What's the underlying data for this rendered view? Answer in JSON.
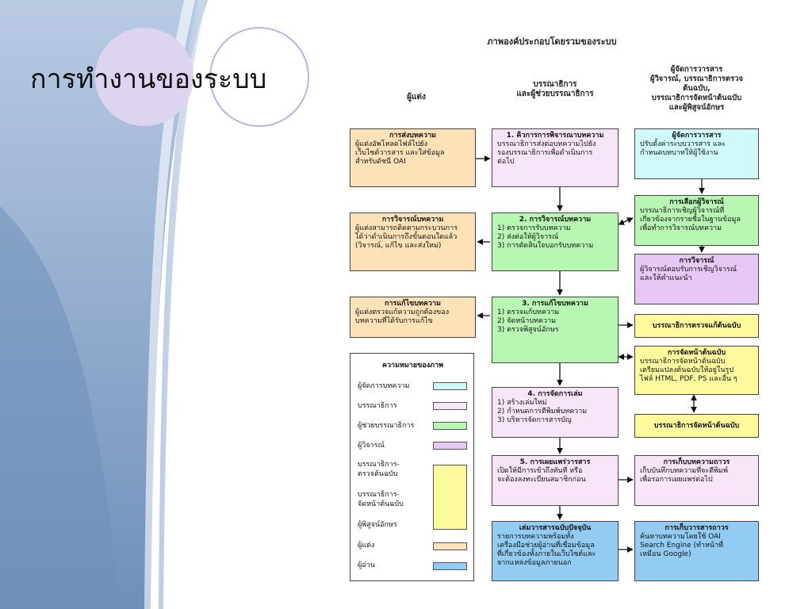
{
  "slide": {
    "title": "การทำงานของระบบ"
  },
  "diagram": {
    "title": "ภาพองค์ประกอบโดยรวมของระบบ",
    "columns": {
      "author": "ผู้แต่ง",
      "editor": "บรรณาธิการ\nและผู้ช่วยบรรณาธิการ",
      "manager": "ผู้จัดการวารสาร\nผู้วิจารณ์, บรรณาธิการตรวจ\nต้นฉบับ,\nบรรณาธิการจัดหน้าต้นฉบับ\nและผู้พิสูจน์อักษร"
    },
    "boxes": {
      "submit": {
        "title": "การส่งบทความ",
        "body": "ผู้แต่งอัพโหลดไฟล์ไปยัง\nเว็บไซต์วารสาร และใส่ข้อมูล\nสำหรับดัชนี OAI"
      },
      "author_review": {
        "title": "การวิจารณ์บทความ",
        "body": "ผู้แต่งสามารถติดตามกระบวนการ\nได้ว่าดำเนินการถึงขั้นตอนใดแล้ว\n(วิจารณ์, แก้ไข และส่งใหม่)"
      },
      "author_edit": {
        "title": "การแก้ไขบทความ",
        "body": "ผู้แต่งตรวจแก้ความถูกต้องของ\nบทความที่ได้รับการแก้ไข"
      },
      "queue": {
        "title": "1. คิวการการพิจารณาบทความ",
        "body": "บรรณาธิการส่งต่อบทความไปยัง\nรองบรรณาธิการเพื่อดำเนินการ\nต่อไป"
      },
      "review": {
        "title": "2. การวิจารณ์บทความ",
        "body": "1) ตรวจการรับบทความ\n2) ส่งต่อให้ผู้วิจารณ์\n3) การตัดสินใจบอกรับบทความ"
      },
      "editing": {
        "title": "3. การแก้ไขบทความ",
        "body": "1) ตรวจแก้บทความ\n2) จัดหน้าบทความ\n3) ตรวจพิสูจน์อักษร"
      },
      "issue": {
        "title": "4. การจัดการเล่ม",
        "body": "1) สร้างเล่มใหม่\n2) กำหนดการตีพิมพ์บทความ\n3) บริหารจัดการสารบัญ"
      },
      "publish": {
        "title": "5. การเผยแพร่วารสาร",
        "body": "เปิดให้มีการเข้าถึงทันที หรือ\nจะต้องลงทะเบียนสมาชิกก่อน"
      },
      "current": {
        "title": "เล่มวารสารฉบับปัจจุบัน",
        "body": "รายการบทความพร้อมทั้ง\nเครื่องมือช่วยผู้อ่านที่เชื่อมข้อมูล\nที่เกี่ยวข้องทั้งภายในเว็บไซต์และ\nจากแหล่งข้อมูลภายนอก"
      },
      "journal_manager": {
        "title": "ผู้จัดการวารสาร",
        "body": "ปรับตั้งค่าระบบวารสาร และ\nกำหนดบทบาทให้ผู้ใช้งาน"
      },
      "select_reviewer": {
        "title": "การเลือกผู้วิจารณ์",
        "body": "บรรณาธิการเชิญผู้วิจารณ์ที่\nเกี่ยวข้องจากรายชื่อในฐานข้อมูล\nเพื่อทำการวิจารณ์บทความ"
      },
      "reviewing": {
        "title": "การวิจารณ์",
        "body": "ผู้วิจารณ์ตอบรับการเชิญวิจารณ์\nและให้คำแนะนำ"
      },
      "copyeditor": {
        "label": "บรรณาธิการตรวจแก้ต้นฉบับ"
      },
      "layout": {
        "title": "การจัดหน้าต้นฉบับ",
        "body": "บรรณาธิการจัดหน้าต้นฉบับ\nเตรียมแปลงต้นฉบับให้อยู่ในรูป\nไฟล์ HTML, PDF, PS และอื่น ๆ"
      },
      "layout_editor": {
        "label": "บรรณาธิการจัดหน้าต้นฉบับ"
      },
      "archive": {
        "title": "การเก็บบทความถาวร",
        "body": "เก็บบันทึกบทความที่จะตีพิมพ์\nเพื่อรอการเผยแพร่ต่อไป"
      },
      "archive_journal": {
        "title": "การเก็บวารสารถาวร",
        "body": "ค้นหาบทความโดยใช้ OAI\nSearch Engine (ทำหน้าที่\nเหมือน Google)"
      }
    },
    "legend": {
      "title": "ความหมายของภาพ",
      "items": [
        {
          "label": "ผู้จัดการบทความ",
          "color": "#d0fafa"
        },
        {
          "label": "บรรณาธิการ",
          "color": "#f8e6f8"
        },
        {
          "label": "ผู้ช่วยบรรณาธิการ",
          "color": "#b8f7b3"
        },
        {
          "label": "ผู้วิจารณ์",
          "color": "#e6c8f4"
        },
        {
          "label": "บรรณาธิการ-\nตรวจต้นฉบับ",
          "color": "#fdfa9e"
        },
        {
          "label": "บรรณาธิการ-\nจัดหน้าต้นฉบับ",
          "color": "#fdfa9e"
        },
        {
          "label": "ผู้พิสูจน์อักษร",
          "color": "#fdfa9e"
        },
        {
          "label": "ผู้แต่ง",
          "color": "#fde1b7"
        },
        {
          "label": "ผู้อ่าน",
          "color": "#92ccf2"
        }
      ]
    }
  }
}
